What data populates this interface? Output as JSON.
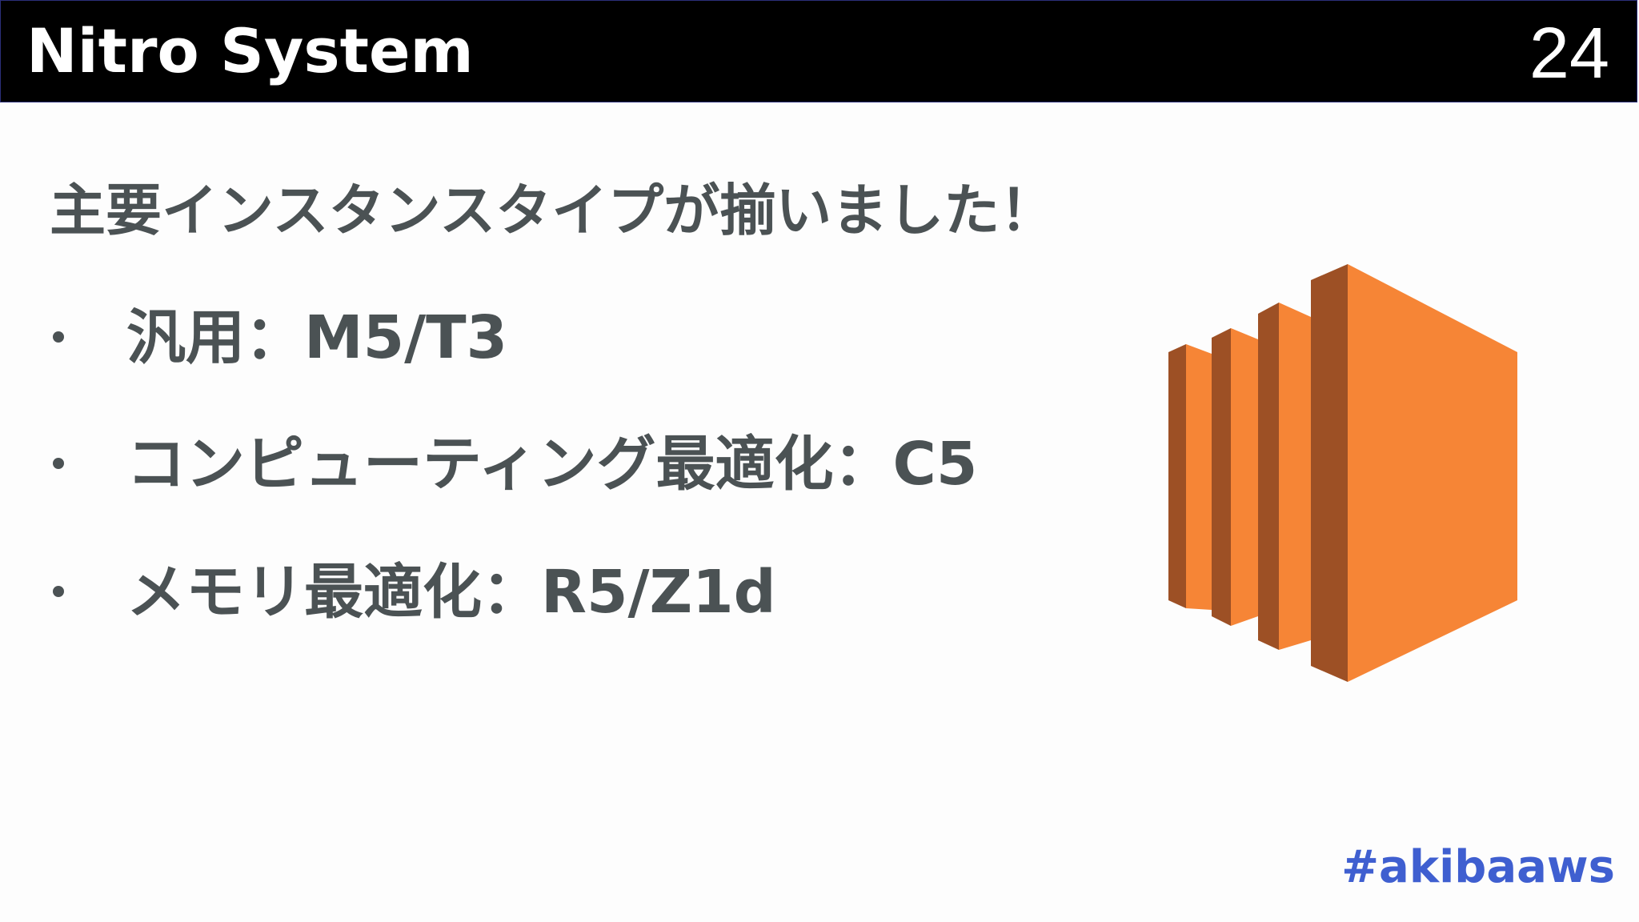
{
  "header": {
    "title": "Nitro System",
    "page_number": "24"
  },
  "lead": "主要インスタンスタイプが揃いました！",
  "bullets": [
    {
      "text": "汎用：M5/T3"
    },
    {
      "text": "コンピューティング最適化：C5"
    },
    {
      "text": "メモリ最適化：R5/Z1d"
    }
  ],
  "logo": {
    "icon": "aws-ec2-icon",
    "colors": {
      "front": "#f68536",
      "side": "#9d5025"
    }
  },
  "footer": {
    "hashtag": "#akibaaws"
  },
  "colors": {
    "header_bg": "#000000",
    "text": "#4b5254",
    "hashtag": "#3f5fd0"
  }
}
